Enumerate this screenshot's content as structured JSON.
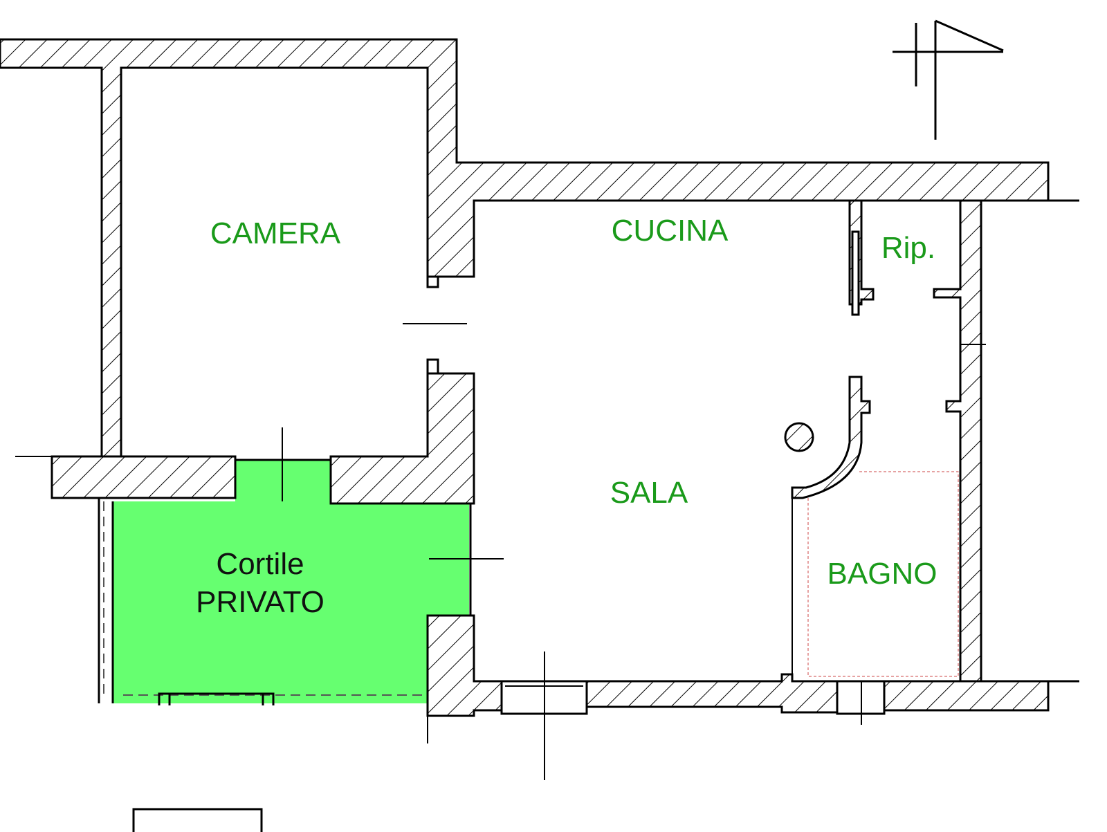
{
  "plan": {
    "rooms": [
      {
        "id": "camera",
        "label": "CAMERA"
      },
      {
        "id": "cucina",
        "label": "CUCINA"
      },
      {
        "id": "ripostiglio",
        "label": "Rip."
      },
      {
        "id": "sala",
        "label": "SALA"
      },
      {
        "id": "bagno",
        "label": "BAGNO"
      }
    ],
    "courtyard": {
      "line1": "Cortile",
      "line2": "PRIVATO"
    },
    "colors": {
      "label_green": "#1a9a1a",
      "courtyard_fill": "#66ff70",
      "wall": "#000000"
    },
    "north_arrow": "north-arrow-icon"
  }
}
